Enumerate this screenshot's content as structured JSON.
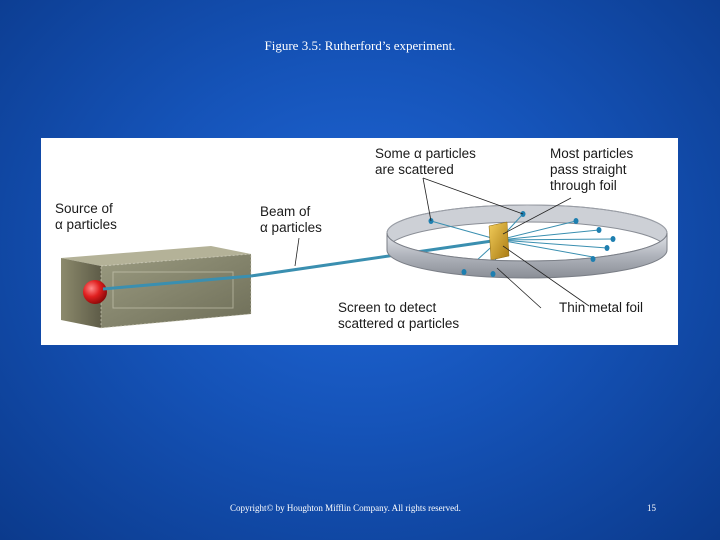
{
  "slide": {
    "title": "Figure 3.5: Rutherford’s experiment.",
    "footer": "Copyright© by Houghton Mifflin Company.  All rights reserved.",
    "page_number": "15"
  },
  "diagram": {
    "labels": {
      "source": "Source of\nα particles",
      "beam": "Beam of\nα particles",
      "scattered": "Some α particles\nare scattered",
      "straight": "Most particles\npass straight\nthrough foil",
      "screen": "Screen to detect\nscattered α particles",
      "foil": "Thin metal foil"
    },
    "colors": {
      "beam": "#3a8fb0",
      "source_ball": "#d92020",
      "foil": "#d4a22a",
      "box": "#8a8a70",
      "ring": "#b8bcc4"
    }
  }
}
